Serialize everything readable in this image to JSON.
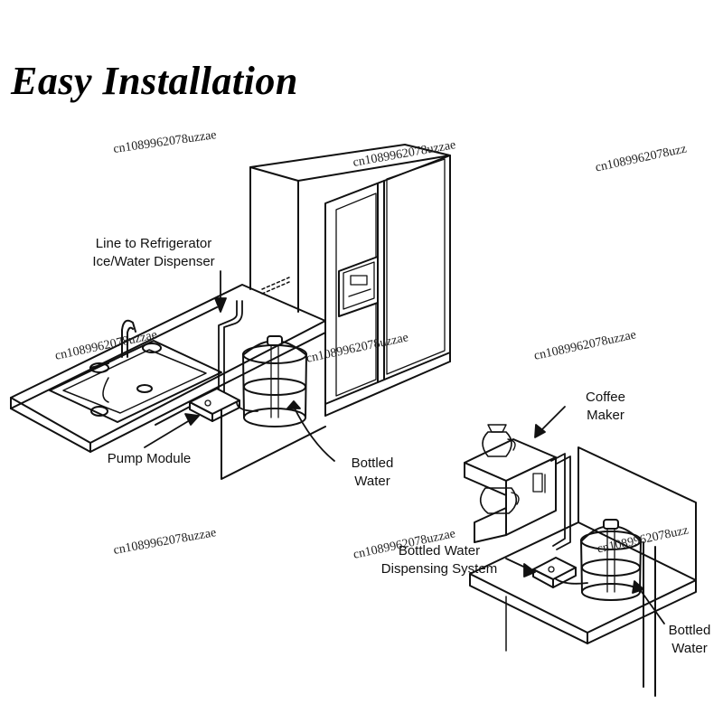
{
  "title": "Easy Installation",
  "labels": {
    "line_refrigerator": [
      "Line to Refrigerator",
      "Ice/Water Dispenser"
    ],
    "pump_module": "Pump Module",
    "bottled_water_left": [
      "Bottled",
      "Water"
    ],
    "coffee_maker": [
      "Coffee",
      "Maker"
    ],
    "dispensing_system": [
      "Bottled Water",
      "Dispensing System"
    ],
    "bottled_water_right": [
      "Bottled",
      "Water"
    ]
  },
  "watermarks": [
    "cn1089962078uzzae",
    "cn1089962078uzzae",
    "cn1089962078uzz",
    "cn1089962078uzzae",
    "cn1089962078uzzae",
    "cn1089962078uzzae",
    "cn1089962078uzzae",
    "cn1089962078uzzae",
    "cn1089962078uzz"
  ]
}
